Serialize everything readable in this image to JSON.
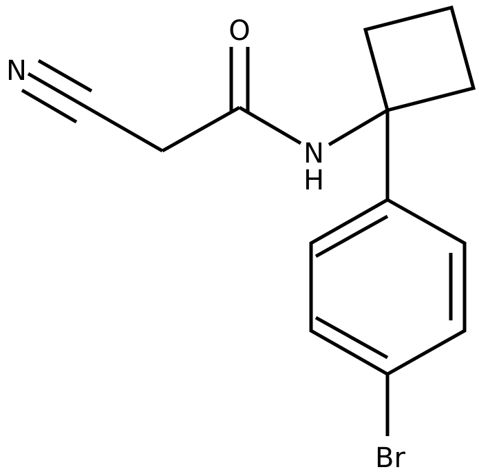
{
  "structure": {
    "atoms": {
      "nitrile_n": "N",
      "carbonyl_o": "O",
      "amide_n": "N",
      "amide_h": "H",
      "bromine": "Br"
    }
  }
}
